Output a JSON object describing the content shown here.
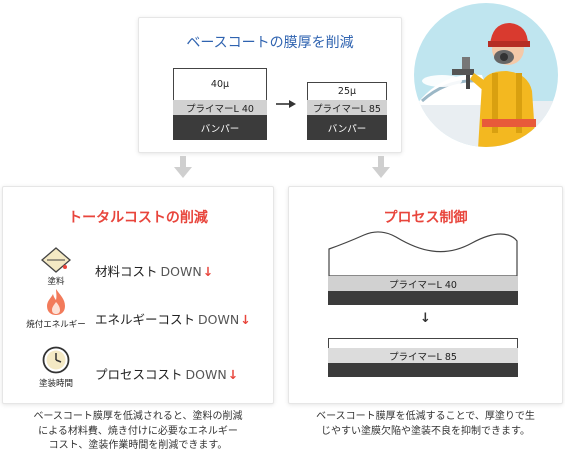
{
  "top": {
    "title": "ベースコートの膜厚を削減",
    "before": {
      "thickness": "40μ",
      "primer": "プライマーL 40",
      "base": "バンパー"
    },
    "after": {
      "thickness": "25μ",
      "primer": "プライマーL 85",
      "base": "バンパー"
    }
  },
  "left": {
    "title": "トータルコストの削減",
    "items": [
      {
        "icon": "paint-can-icon",
        "icon_label": "塗料",
        "text": "材料コスト",
        "down": "DOWN",
        "arrow": "↓"
      },
      {
        "icon": "flame-icon",
        "icon_label": "焼付エネルギー",
        "text": "エネルギーコスト",
        "down": "DOWN",
        "arrow": "↓"
      },
      {
        "icon": "clock-icon",
        "icon_label": "塗装時間",
        "text": "プロセスコスト",
        "down": "DOWN",
        "arrow": "↓"
      }
    ],
    "caption": [
      "ベースコート膜厚を低減されると、塗料の削減",
      "による材料費、焼き付けに必要なエネルギー",
      "コスト、塗装作業時間を削減できます。"
    ]
  },
  "right": {
    "title": "プロセス制御",
    "before_primer": "プライマーL 40",
    "after_primer": "プライマーL 85",
    "arrow": "↓",
    "caption": [
      "ベースコート膜厚を低減することで、厚塗りで生",
      "じやすい塗膜欠陥や塗装不良を抑制できます。"
    ]
  },
  "colors": {
    "title_blue": "#2f63b0",
    "accent_red": "#e8453c",
    "layer_dark": "#3b3b3b",
    "layer_gray": "#d1d1d1"
  }
}
